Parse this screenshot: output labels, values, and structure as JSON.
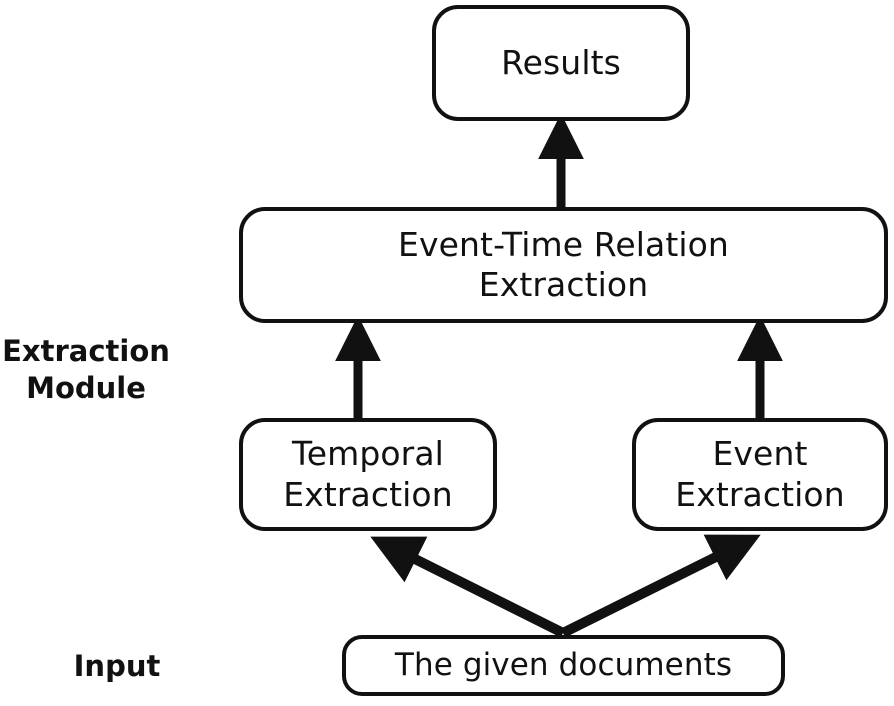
{
  "diagram": {
    "type": "flowchart",
    "orientation": "bottom-up",
    "background_color": "#ffffff",
    "stroke_color": "#111111",
    "nodes": {
      "results": {
        "label": "Results"
      },
      "relation": {
        "label": "Event-Time Relation\nExtraction"
      },
      "temporal": {
        "label": "Temporal\nExtraction"
      },
      "event": {
        "label": "Event\nExtraction"
      },
      "documents": {
        "label": "The given documents"
      }
    },
    "stage_labels": {
      "extraction_module": "Extraction\nModule",
      "input": "Input"
    },
    "edges": [
      {
        "from": "relation",
        "to": "results",
        "style": "solid-arrow",
        "direction": "up"
      },
      {
        "from": "temporal",
        "to": "relation",
        "style": "solid-arrow",
        "direction": "up"
      },
      {
        "from": "event",
        "to": "relation",
        "style": "solid-arrow",
        "direction": "up"
      },
      {
        "from": "documents",
        "to": "temporal",
        "style": "solid-arrow",
        "direction": "up-left"
      },
      {
        "from": "documents",
        "to": "event",
        "style": "solid-arrow",
        "direction": "up-right"
      }
    ]
  }
}
